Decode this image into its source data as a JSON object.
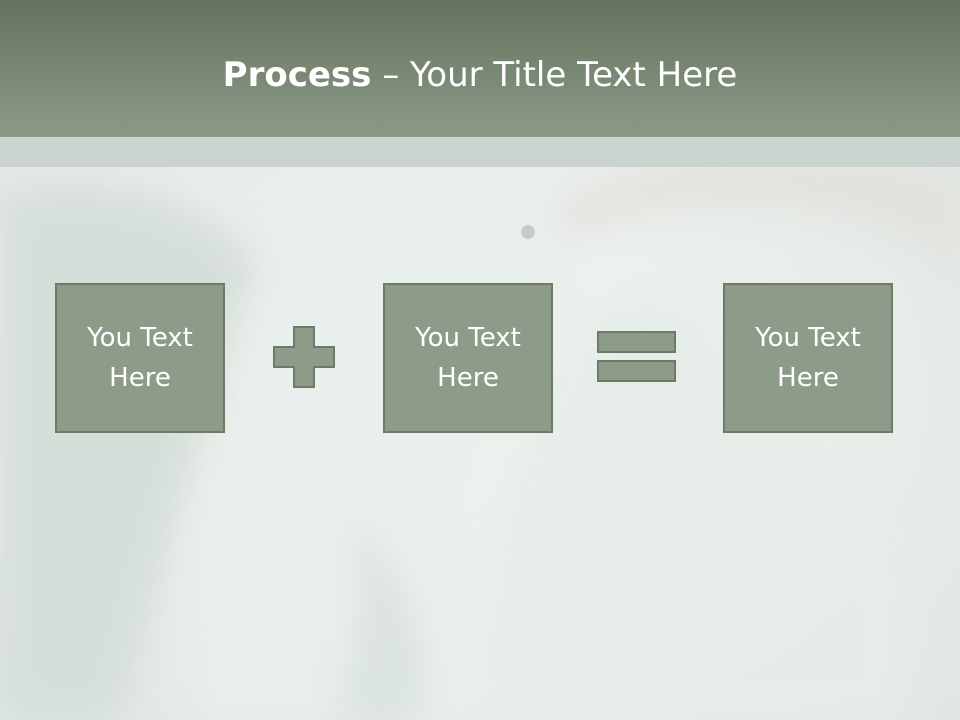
{
  "slide": {
    "title_bold": "Process",
    "title_sep": " – ",
    "title_rest": "Your Title Text Here"
  },
  "steps": [
    {
      "text": "You Text\nHere"
    },
    {
      "text": "You Text\nHere"
    },
    {
      "text": "You Text\nHere"
    }
  ],
  "operators": [
    "plus-icon",
    "equals-icon"
  ],
  "colors": {
    "header": "#7f8e7b",
    "box_fill": "#8d9b89",
    "box_border": "#6c7a68",
    "text": "#ffffff"
  }
}
